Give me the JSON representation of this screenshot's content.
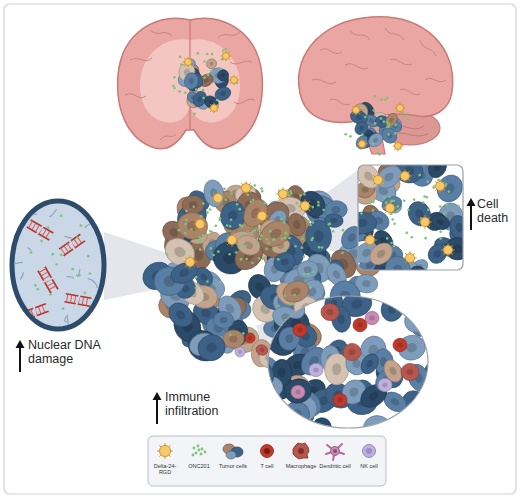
{
  "diagram": {
    "labels": [
      "Nuclear DNA damage",
      "Cell death",
      "Immune infiltration"
    ],
    "legend": [
      {
        "text": "Delta-24-RGD"
      },
      {
        "text": "ONC201"
      },
      {
        "text": "Tumor cells"
      },
      {
        "text": "T cell"
      },
      {
        "text": "Macrophage"
      },
      {
        "text": "Dendritic cell"
      },
      {
        "text": "NK cell"
      }
    ]
  }
}
